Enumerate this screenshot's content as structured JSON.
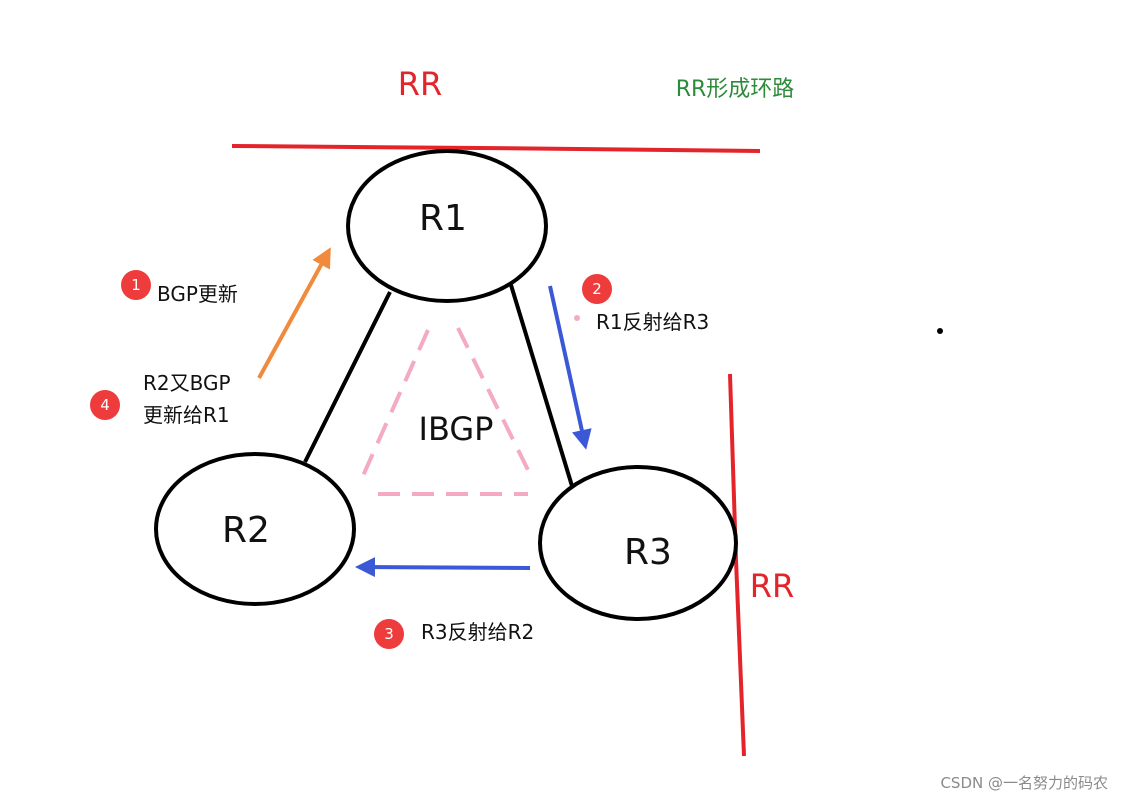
{
  "title_rr_top": "RR",
  "loop_note": "RR形成环路",
  "title_rr_right": "RR",
  "nodes": {
    "r1": "R1",
    "r2": "R2",
    "r3": "R3"
  },
  "center_label": "IBGP",
  "steps": [
    {
      "num": "1",
      "text": "BGP更新"
    },
    {
      "num": "2",
      "text": "R1反射给R3"
    },
    {
      "num": "3",
      "text": "R3反射给R2"
    },
    {
      "num": "4",
      "text_line1": "R2又BGP",
      "text_line2": "更新给R1"
    }
  ],
  "watermark": "CSDN @一名努力的码农",
  "colors": {
    "rr_line": "#e3242b",
    "loop_note": "#2e8b3a",
    "badge": "#ee3b3b",
    "arrow_orange": "#f08a3c",
    "arrow_blue": "#3b58d6",
    "ibgp_dash": "#f4a9c4"
  }
}
